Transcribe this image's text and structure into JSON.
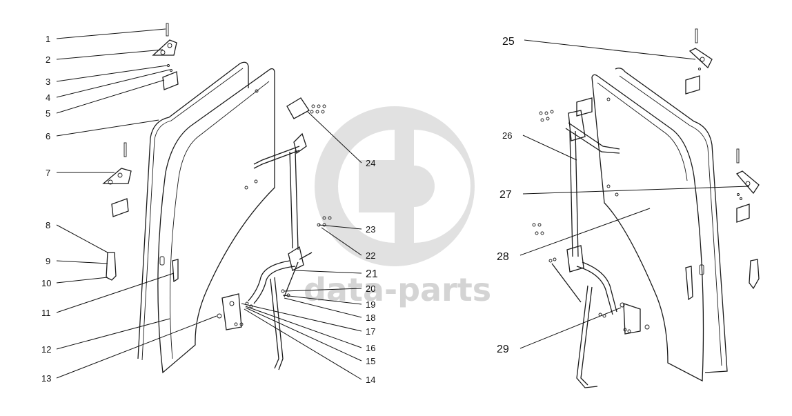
{
  "watermark": {
    "text": "data-parts",
    "color": "#d0d0d0"
  },
  "callouts_left": [
    "1",
    "2",
    "3",
    "4",
    "5",
    "6",
    "7",
    "8",
    "9",
    "10",
    "11",
    "12",
    "13"
  ],
  "callouts_center": [
    "14",
    "15",
    "16",
    "17",
    "18",
    "19",
    "20",
    "21",
    "22",
    "23",
    "24"
  ],
  "callouts_right": [
    "25",
    "26",
    "27",
    "28",
    "29"
  ]
}
